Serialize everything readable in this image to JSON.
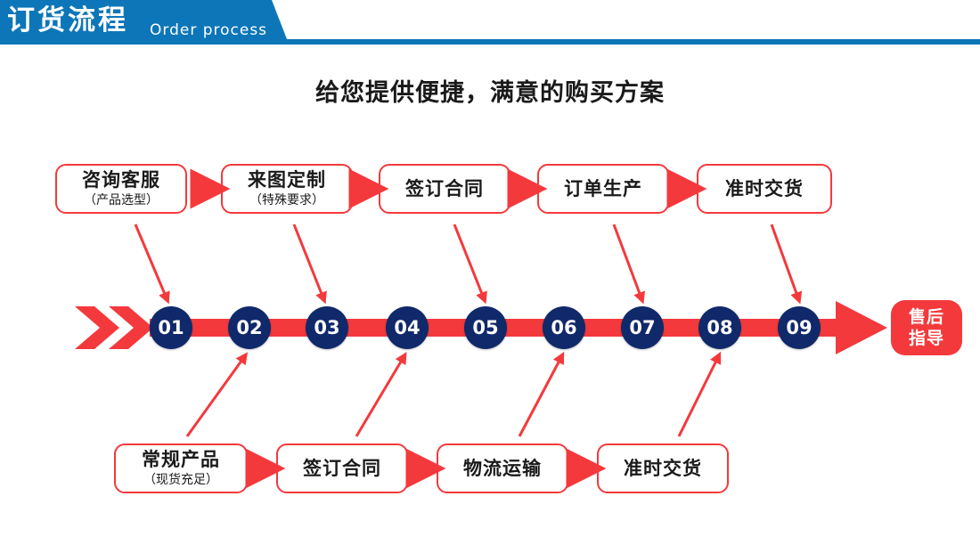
{
  "header": {
    "title_cn": "订货流程",
    "title_en": "Order process",
    "bar_color": "#0d76b8",
    "text_color": "#ffffff"
  },
  "subtitle": "给您提供便捷，满意的购买方案",
  "colors": {
    "accent_red": "#f4393c",
    "navy": "#10296b",
    "blue": "#0d76b8",
    "text": "#1a1a1a",
    "white": "#ffffff"
  },
  "top_row": {
    "boxes": [
      {
        "line1": "咨询客服",
        "line2": "（产品选型）"
      },
      {
        "line1": "来图定制",
        "line2": "（特殊要求）"
      },
      {
        "line1": "签订合同",
        "line2": ""
      },
      {
        "line1": "订单生产",
        "line2": ""
      },
      {
        "line1": "准时交货",
        "line2": ""
      }
    ]
  },
  "bottom_row": {
    "boxes": [
      {
        "line1": "常规产品",
        "line2": "（现货充足）"
      },
      {
        "line1": "签订合同",
        "line2": ""
      },
      {
        "line1": "物流运输",
        "line2": ""
      },
      {
        "line1": "准时交货",
        "line2": ""
      }
    ]
  },
  "timeline": {
    "steps": [
      "01",
      "02",
      "03",
      "04",
      "05",
      "06",
      "07",
      "08",
      "09"
    ],
    "end_label_line1": "售后",
    "end_label_line2": "指导"
  },
  "icons": {
    "chevron": "chevron-right-icon",
    "arrow": "arrow-right-icon",
    "diagonal_arrow": "diagonal-arrow-icon"
  }
}
